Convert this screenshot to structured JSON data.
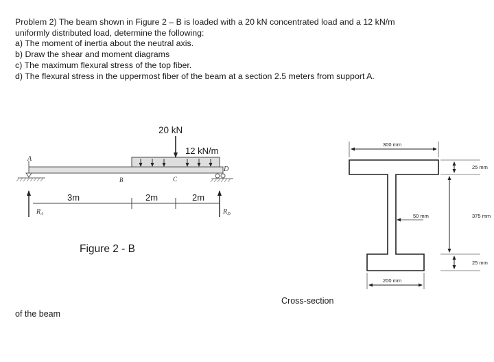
{
  "problem": {
    "lines": [
      "Problem 2) The beam shown in Figure 2 – B is loaded with a 20 kN concentrated load and a 12 kN/m",
      "uniformly distributed load, determine the following:",
      "a) The moment of inertia about the neutral axis.",
      "b) Draw the shear and moment diagrams",
      "c) The maximum flexural stress of the top fiber.",
      "d) The flexural stress in the uppermost fiber of the beam at a section 2.5 meters from support A."
    ]
  },
  "beam": {
    "point_load": "20 kN",
    "dist_load": "12 kN/m",
    "points": {
      "a": "A",
      "b": "B",
      "c": "C",
      "d": "D"
    },
    "spans": [
      "3m",
      "2m",
      "2m"
    ],
    "reactions": {
      "a": "R",
      "a_sub": "A",
      "d": "R",
      "d_sub": "D"
    },
    "figure_label": "Figure 2 - B"
  },
  "section": {
    "flange_top_width": "300 mm",
    "flange_top_thk": "25 mm",
    "web_height": "375 mm",
    "web_thk": "50 mm",
    "flange_bot_thk": "25 mm",
    "flange_bot_width": "200 mm",
    "caption": "Cross-section"
  },
  "footer_text": "of the beam"
}
